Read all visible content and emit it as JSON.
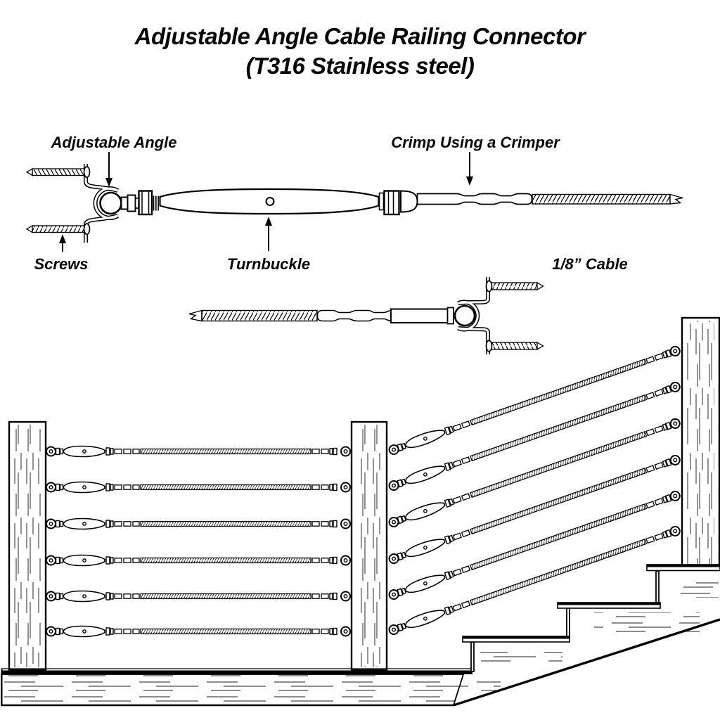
{
  "title": {
    "line1": "Adjustable Angle Cable Railing Connector",
    "line2": "(T316 Stainless steel)"
  },
  "callouts": {
    "adjustable_angle": "Adjustable Angle",
    "crimp": "Crimp Using a Crimper",
    "screws": "Screws",
    "turnbuckle": "Turnbuckle",
    "cable": "1/8” Cable"
  },
  "colors": {
    "ink": "#000000",
    "paper": "#ffffff"
  },
  "scene": {
    "posts": 3,
    "horizontal_cables": 6,
    "diagonal_cables": 6,
    "stair_steps": 3,
    "screws_per_bracket": 2
  }
}
